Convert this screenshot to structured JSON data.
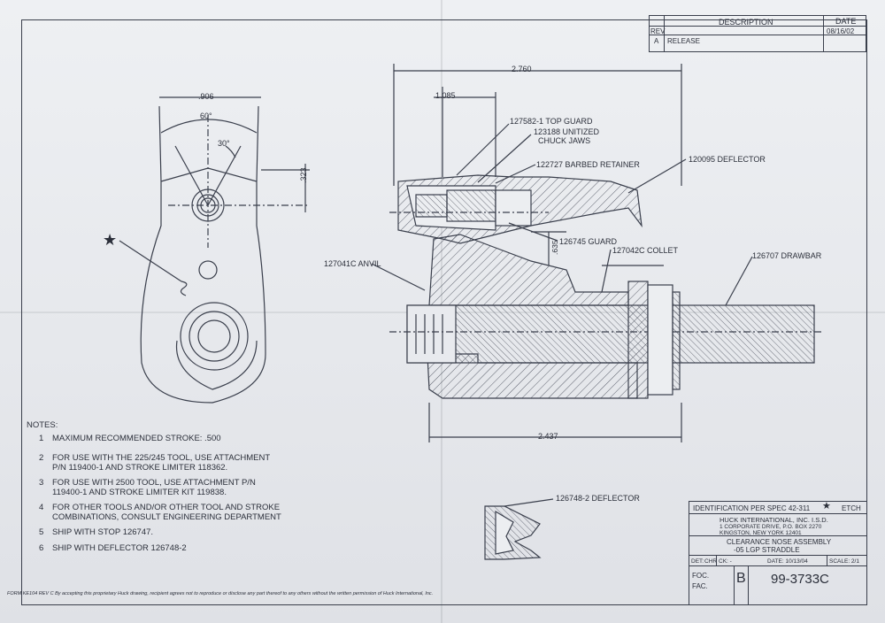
{
  "revision": {
    "headers": {
      "rev": "REV",
      "description": "DESCRIPTION",
      "date": "DATE"
    },
    "rows": [
      {
        "rev": "A",
        "description": "RELEASE",
        "date": "08/16/02"
      }
    ]
  },
  "front_view": {
    "width_dim": ".906",
    "angle_60": "60°",
    "angle_30": "30°",
    "height_dim": ".323",
    "star": "★"
  },
  "section_view": {
    "overall_dim": "2.760",
    "depth_dim": "1.085",
    "bottom_dim": "2.437",
    "guard_dim": ".635",
    "callouts": {
      "top_guard": "127582-1 TOP GUARD",
      "chuck_jaws_1": "123188 UNITIZED",
      "chuck_jaws_2": "CHUCK JAWS",
      "barbed_retainer": "122727 BARBED RETAINER",
      "deflector": "120095 DEFLECTOR",
      "guard": "126745 GUARD",
      "collet": "127042C COLLET",
      "anvil": "127041C ANVIL",
      "drawbar": "126707 DRAWBAR",
      "deflector2": "126748-2 DEFLECTOR"
    }
  },
  "notes": {
    "title": "NOTES:",
    "items": [
      {
        "num": "1",
        "lines": [
          "MAXIMUM RECOMMENDED STROKE: .500"
        ]
      },
      {
        "num": "2",
        "lines": [
          "FOR USE WITH THE 225/245 TOOL, USE ATTACHMENT",
          "P/N 119400-1 AND STROKE LIMITER 118362."
        ]
      },
      {
        "num": "3",
        "lines": [
          "FOR USE WITH 2500 TOOL, USE ATTACHMENT P/N",
          "119400-1 AND STROKE LIMITER KIT 119838."
        ]
      },
      {
        "num": "4",
        "lines": [
          "FOR OTHER TOOLS AND/OR OTHER TOOL AND STROKE",
          "COMBINATIONS, CONSULT ENGINEERING DEPARTMENT"
        ]
      },
      {
        "num": "5",
        "lines": [
          "SHIP WITH STOP 126747."
        ]
      },
      {
        "num": "6",
        "lines": [
          "SHIP WITH DEFLECTOR 126748-2"
        ]
      }
    ]
  },
  "title_block": {
    "identification": "IDENTIFICATION PER SPEC 42-311",
    "etch": "ETCH",
    "company": "HUCK INTERNATIONAL, INC. I.S.D.",
    "address1": "1 CORPORATE DRIVE, P.O. BOX 2270",
    "address2": "KINGSTON, NEW YORK 12401",
    "title1": "CLEARANCE NOSE ASSEMBLY",
    "title2": "-05 LGP STRADDLE",
    "det": "DET:",
    "chr": "CHR",
    "ck": "CK: -",
    "date": "DATE: 10/13/04",
    "scale": "SCALE: 2/1",
    "foc": "FOC.",
    "fac": "FAC.",
    "rev_letter": "B",
    "drawing_number": "99-3733C"
  },
  "footer": "FORM KE104 REV C  By accepting this proprietary Huck drawing, recipient agrees not to reproduce or disclose any part thereof to any others without the written permission of Huck International, Inc."
}
